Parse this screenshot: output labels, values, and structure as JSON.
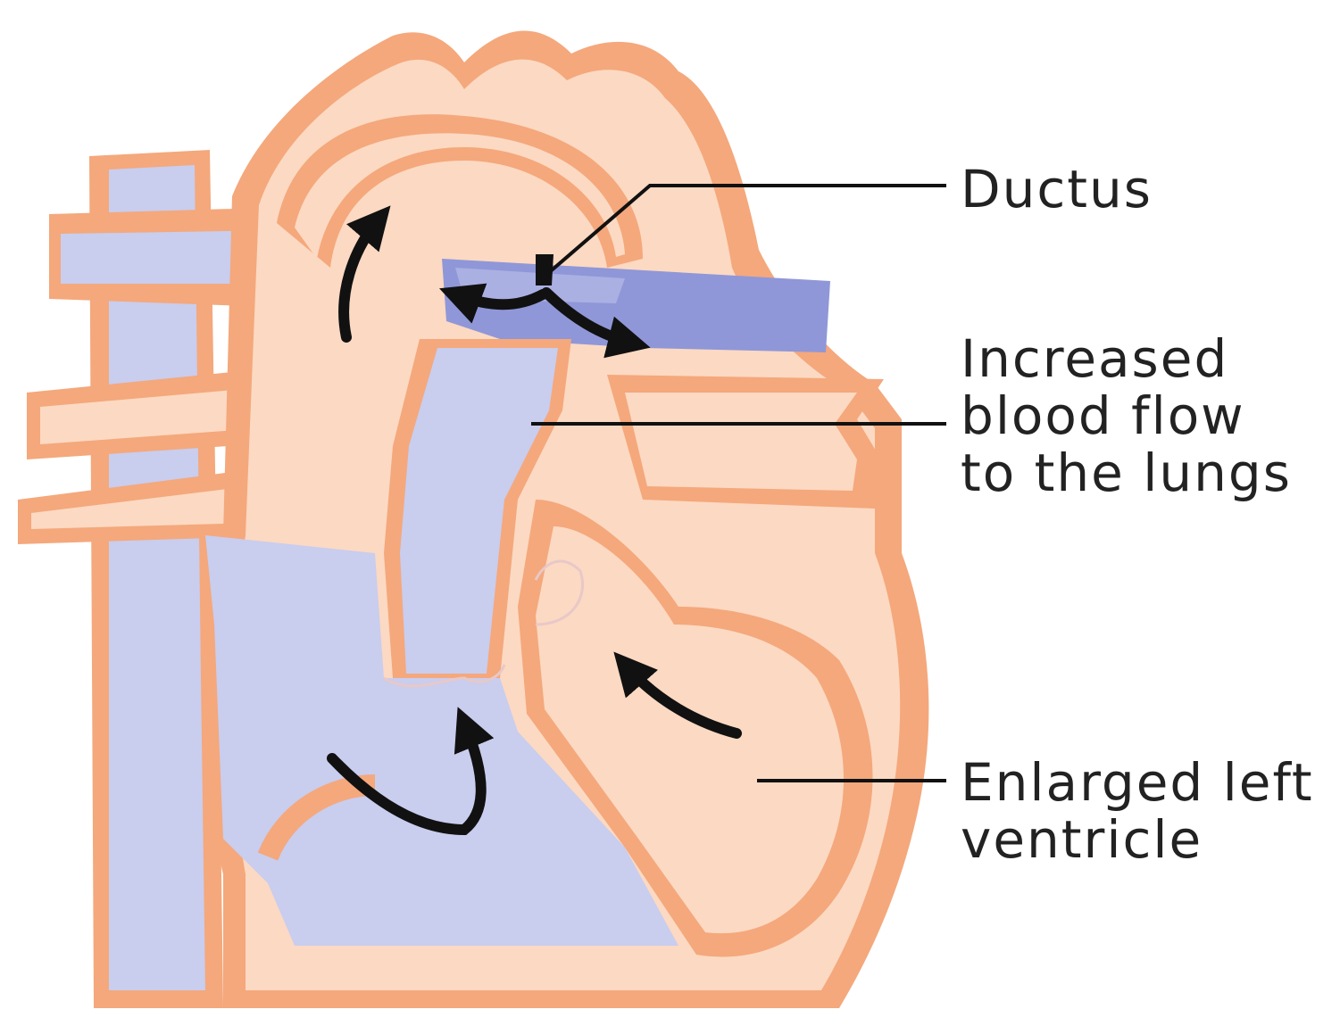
{
  "labels": {
    "ductus": [
      "Ductus"
    ],
    "blood_flow": [
      "Increased",
      "blood flow",
      "to the lungs"
    ],
    "ventricle": [
      "Enlarged left",
      "ventricle"
    ]
  },
  "colors": {
    "tissue_outline": "#f4a87c",
    "tissue_fill": "#fcd9c2",
    "vessel_blue": "#c9cdee",
    "vessel_dark_blue": "#8f97d8",
    "arrow": "#111111",
    "leader_line": "#111111"
  }
}
